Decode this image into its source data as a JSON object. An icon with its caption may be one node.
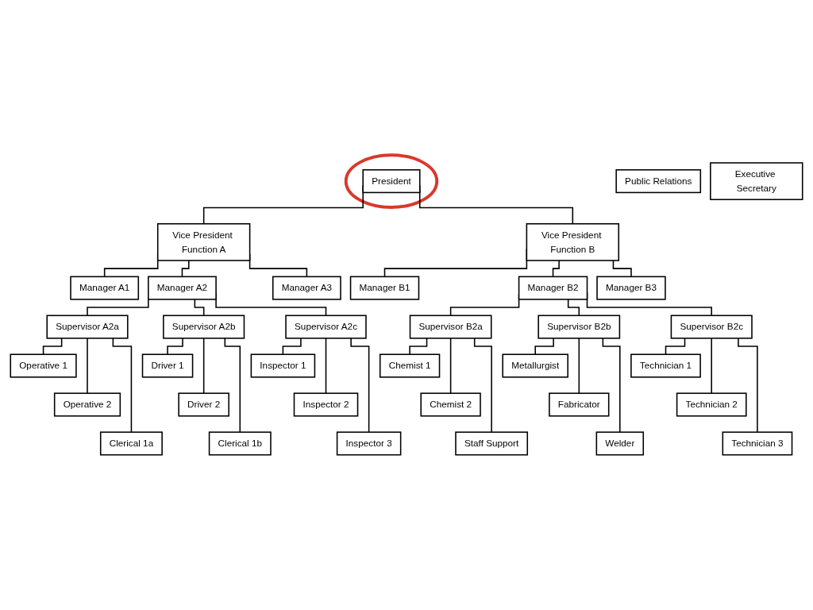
{
  "diagram": {
    "nodes": [
      {
        "text": [],
        "shape": "ellipse"
      },
      {
        "text": [
          "President"
        ],
        "in": 0
      },
      {
        "text": [
          "Public Relations"
        ]
      },
      {
        "text": [
          "Executive Secretary"
        ]
      },
      {
        "text": [
          "Vice President Function A"
        ]
      },
      {
        "text": [
          "Vice President Function B"
        ]
      },
      {
        "text": [
          "Manager A1"
        ]
      },
      {
        "text": [
          "Manager A2"
        ]
      },
      {
        "text": [
          "Manager A3"
        ]
      },
      {
        "text": [
          "Manager B1"
        ]
      },
      {
        "text": [
          "Manager B2"
        ]
      },
      {
        "text": [
          "Manager B3"
        ]
      },
      {
        "text": [
          "Supervisor A2a"
        ]
      },
      {
        "text": [
          "Supervisor A2b"
        ]
      },
      {
        "text": [
          "Supervisor A2c"
        ]
      },
      {
        "text": [
          "Supervisor B2a"
        ]
      },
      {
        "text": [
          "Supervisor B2b"
        ]
      },
      {
        "text": [
          "Supervisor B2c"
        ]
      },
      {
        "text": [
          "Operative 1"
        ]
      },
      {
        "text": [
          "Driver 1"
        ]
      },
      {
        "text": [
          "Inspector 1"
        ]
      },
      {
        "text": [
          "Chemist 1"
        ]
      },
      {
        "text": [
          "Metallurgist"
        ]
      },
      {
        "text": [
          "Technician 1"
        ]
      },
      {
        "text": [
          "Operative 2"
        ]
      },
      {
        "text": [
          "Driver 2"
        ]
      },
      {
        "text": [
          "Inspector 2"
        ]
      },
      {
        "text": [
          "Chemist 2"
        ]
      },
      {
        "text": [
          "Fabricator"
        ]
      },
      {
        "text": [
          "Technician 2"
        ]
      },
      {
        "text": [
          "Clerical 1a"
        ]
      },
      {
        "text": [
          "Clerical 1b"
        ]
      },
      {
        "text": [
          "Inspector 3"
        ]
      },
      {
        "text": [
          "Staff Support"
        ]
      },
      {
        "text": [
          "Welder"
        ]
      },
      {
        "text": [
          "Technician 3"
        ]
      }
    ],
    "edges": [
      {
        "from": 1,
        "to": 4,
        "arrow": "none"
      },
      {
        "from": 1,
        "to": 5,
        "arrow": "none"
      },
      {
        "from": 4,
        "to": 6,
        "arrow": "none"
      },
      {
        "from": 4,
        "to": 7,
        "arrow": "none"
      },
      {
        "from": 4,
        "to": 8,
        "arrow": "none"
      },
      {
        "from": 5,
        "to": 9,
        "arrow": "none"
      },
      {
        "from": 5,
        "to": 10,
        "arrow": "none"
      },
      {
        "from": 5,
        "to": 11,
        "arrow": "none"
      },
      {
        "from": 7,
        "to": 12,
        "arrow": "none"
      },
      {
        "from": 7,
        "to": 13,
        "arrow": "none"
      },
      {
        "from": 7,
        "to": 14,
        "arrow": "none"
      },
      {
        "from": 10,
        "to": 15,
        "arrow": "none"
      },
      {
        "from": 10,
        "to": 16,
        "arrow": "none"
      },
      {
        "from": 10,
        "to": 17,
        "arrow": "none"
      },
      {
        "from": 12,
        "to": 18,
        "arrow": "none"
      },
      {
        "from": 12,
        "to": 24,
        "arrow": "none"
      },
      {
        "from": 12,
        "to": 30,
        "arrow": "none"
      },
      {
        "from": 13,
        "to": 19,
        "arrow": "none"
      },
      {
        "from": 13,
        "to": 25,
        "arrow": "none"
      },
      {
        "from": 13,
        "to": 31,
        "arrow": "none"
      },
      {
        "from": 14,
        "to": 20,
        "arrow": "none"
      },
      {
        "from": 14,
        "to": 26,
        "arrow": "none"
      },
      {
        "from": 14,
        "to": 32,
        "arrow": "none"
      },
      {
        "from": 15,
        "to": 21,
        "arrow": "none"
      },
      {
        "from": 15,
        "to": 27,
        "arrow": "none"
      },
      {
        "from": 15,
        "to": 33,
        "arrow": "none"
      },
      {
        "from": 16,
        "to": 22,
        "arrow": "none"
      },
      {
        "from": 16,
        "to": 28,
        "arrow": "none"
      },
      {
        "from": 16,
        "to": 34,
        "arrow": "none"
      },
      {
        "from": 17,
        "to": 23,
        "arrow": "none"
      },
      {
        "from": 17,
        "to": 29,
        "arrow": "none"
      },
      {
        "from": 17,
        "to": 35,
        "arrow": "none"
      }
    ]
  }
}
